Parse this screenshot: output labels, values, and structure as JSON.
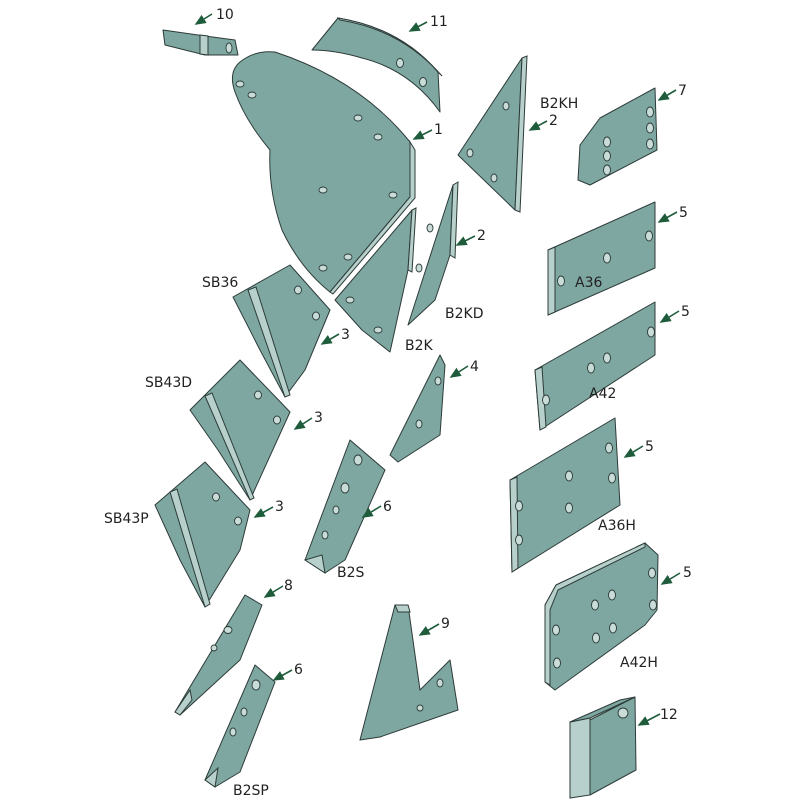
{
  "colors": {
    "part_fill": "#7fa7a2",
    "edge": "#b7d0cb",
    "arrow": "#1e5c3c"
  },
  "labels": {
    "n10": "10",
    "n11": "11",
    "n1": "1",
    "b2kh": "B2KH",
    "n2a": "2",
    "n7": "7",
    "n2b": "2",
    "n5a": "5",
    "a36": "A36",
    "sb36": "SB36",
    "b2kd": "B2KD",
    "n5b": "5",
    "n3a": "3",
    "b2k": "B2K",
    "n4": "4",
    "sb43d": "SB43D",
    "a42": "A42",
    "n3b": "3",
    "n5c": "5",
    "n3c": "3",
    "n6a": "6",
    "sb43p": "SB43P",
    "a36h": "A36H",
    "b2s": "B2S",
    "n5d": "5",
    "n8": "8",
    "n9": "9",
    "a42h": "A42H",
    "n6b": "6",
    "n12": "12",
    "b2sp": "B2SP"
  }
}
